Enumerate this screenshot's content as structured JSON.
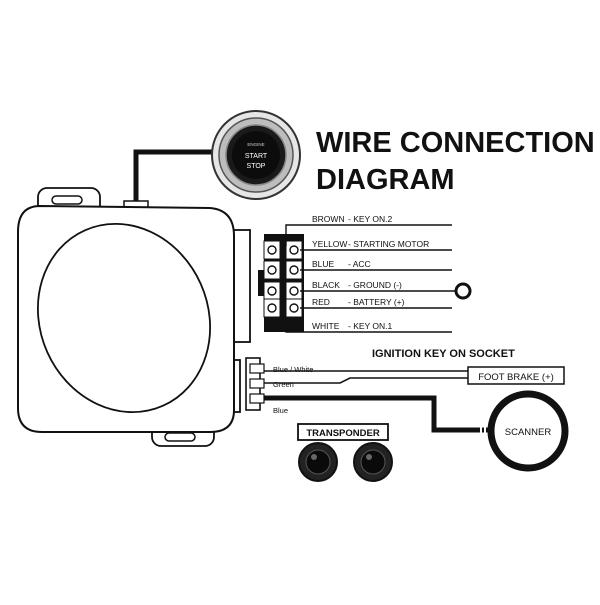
{
  "title": {
    "line1": "WIRE CONNECTION",
    "line2": "DIAGRAM"
  },
  "start_button": {
    "small_label": "ENGINE",
    "line1": "START",
    "line2": "STOP"
  },
  "harness_wires": [
    {
      "color": "BROWN",
      "function": "- KEY ON.2"
    },
    {
      "color": "YELLOW",
      "function": "- STARTING MOTOR"
    },
    {
      "color": "BLUE",
      "function": "- ACC"
    },
    {
      "color": "BLACK",
      "function": "- GROUND (-)"
    },
    {
      "color": "RED",
      "function": "- BATTERY (+)"
    },
    {
      "color": "WHITE",
      "function": "- KEY ON.1"
    }
  ],
  "ignition_heading": "IGNITION KEY ON SOCKET",
  "small_wires": {
    "wire1": "Blue / White",
    "wire2": "Green",
    "wire3": "Blue"
  },
  "foot_brake_label": "FOOT BRAKE (+)",
  "transponder_label": "TRANSPONDER",
  "scanner_label": "SCANNER"
}
